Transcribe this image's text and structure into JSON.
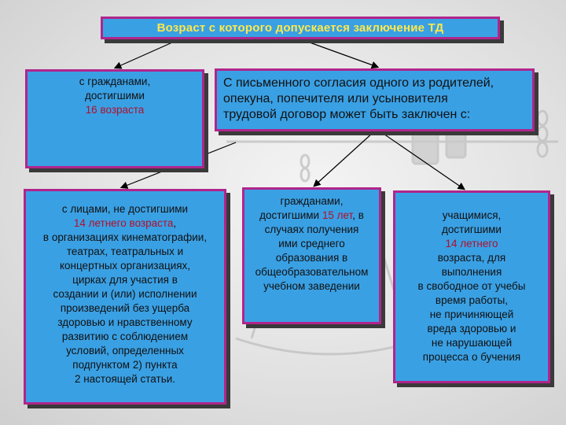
{
  "diagram": {
    "title": "Возраст с которого допускается  заключение ТД",
    "box_16": {
      "line1": "с гражданами,",
      "line2": "достигшими",
      "line3": "16 возраста"
    },
    "box_consent": {
      "line1": "С письменного согласия одного из родителей,",
      "line2": "опекуна, попечителя или усыновителя",
      "line3": "трудовой договор может быть заключен с:"
    },
    "box_14": {
      "line1": "с лицами, не достигшими",
      "line2": "14 летнего возраста",
      "line2_tail": ",",
      "rest": [
        "в организациях кинематографии,",
        "театрах, театральных и",
        "концертных организациях,",
        "цирках для участия в",
        "создании и (или) исполнении",
        "произведений без ущерба",
        "здоровью и нравственному",
        "развитию с соблюдением",
        "условий, определенных",
        "подпунктом 2) пункта",
        "2 настоящей статьи."
      ]
    },
    "box_15": {
      "line1": "гражданами,",
      "line2_pre": "достигшими ",
      "line2_red": "15 лет",
      "line2_post": ", в",
      "rest": [
        "случаях получения",
        "ими среднего",
        "образования  в",
        "общеобразовательном",
        "учебном заведении"
      ]
    },
    "box_students": {
      "line1": "учащимися,",
      "line2": "достигшими",
      "line3": "14 летнего",
      "rest": [
        "возраста, для",
        "выполнения",
        "в свободное от учебы",
        "время работы,",
        "не причиняющей",
        "вреда здоровью и",
        "не нарушающей",
        "процесса о бучения"
      ]
    }
  },
  "colors": {
    "box_fill": "#3aa0e4",
    "box_border": "#b0258c",
    "title_text": "#ffe84a",
    "highlight_text": "#b0102a",
    "shadow": "#3a3a3a"
  }
}
